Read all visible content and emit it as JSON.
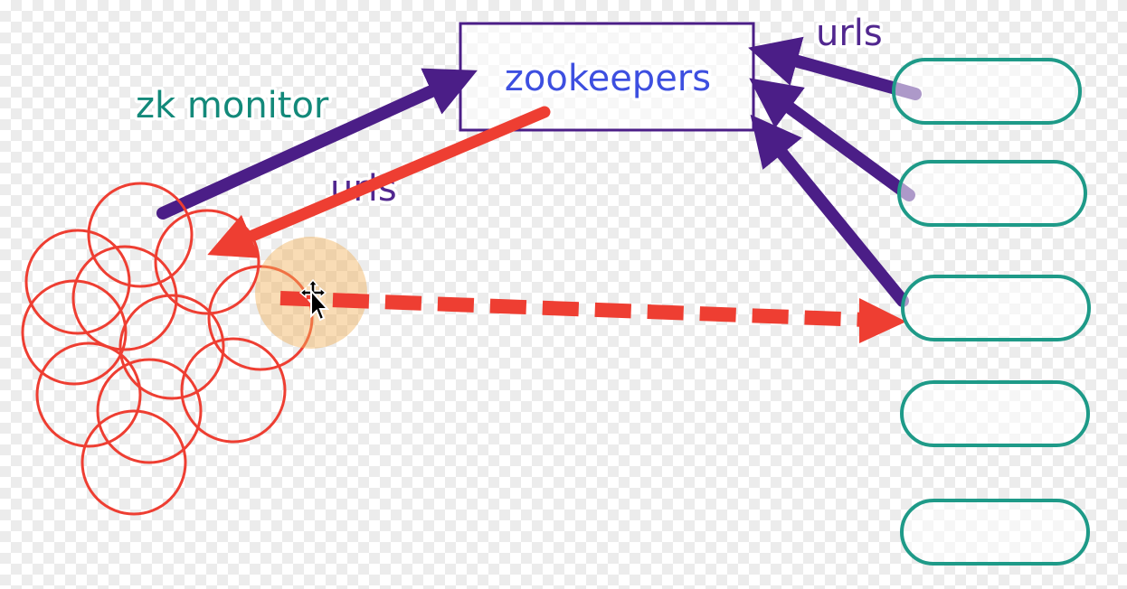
{
  "labels": {
    "zookeepers": "zookeepers",
    "zk_monitor": "zk monitor",
    "urls_top": "urls",
    "urls_mid": "urls"
  },
  "colors": {
    "purple": "#4b1e87",
    "red": "#ee3e32",
    "teal": "#1e9a88",
    "blue_text": "#3d4fe0",
    "teal_text": "#13897a",
    "purple_text": "#51278f",
    "cursor_halo": "#f2b25c"
  },
  "icons": {
    "cursor": "move-cursor-icon"
  }
}
